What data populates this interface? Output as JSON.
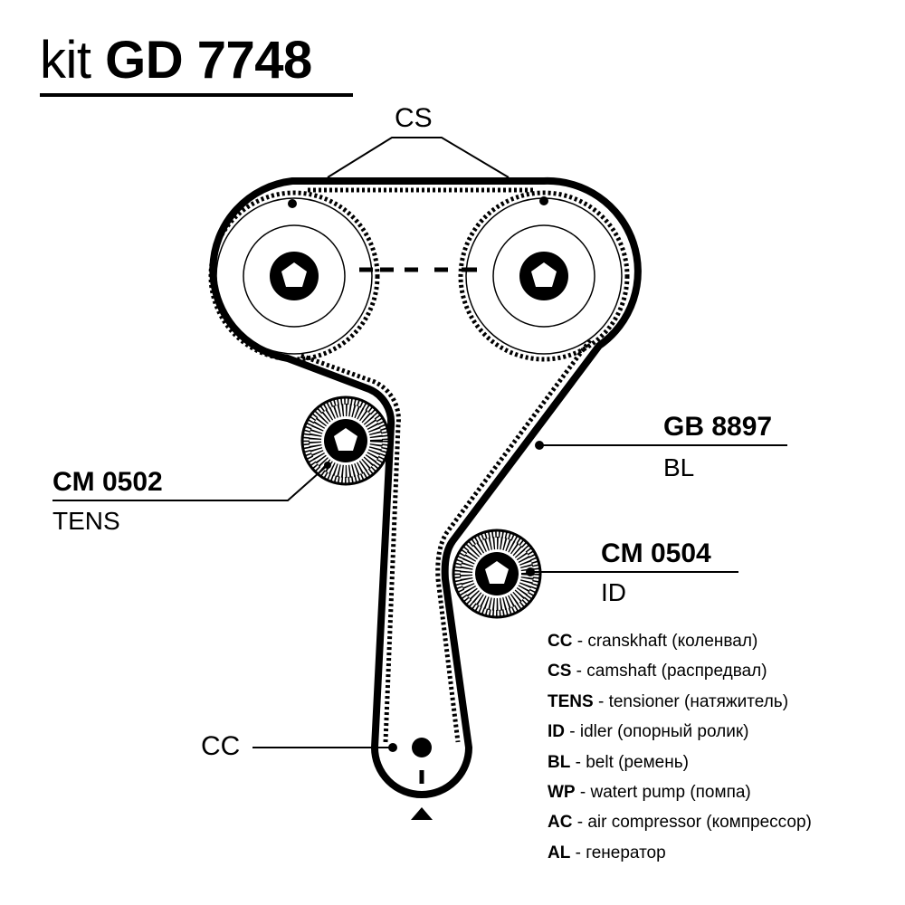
{
  "title": {
    "prefix": "kit",
    "code": "GD 7748"
  },
  "labels": {
    "cs": "CS",
    "cc": "CC",
    "belt_code": "GB 8897",
    "belt_type": "BL",
    "tensioner_code": "CM 0502",
    "tensioner_type": "TENS",
    "idler_code": "CM 0504",
    "idler_type": "ID"
  },
  "legend": [
    {
      "abbr": "CC",
      "text": " - cranskhaft (коленвал)"
    },
    {
      "abbr": "CS",
      "text": " - camshaft (распредвал)"
    },
    {
      "abbr": "TENS",
      "text": " - tensioner (натяжитель)"
    },
    {
      "abbr": "ID",
      "text": " - idler (опорный ролик)"
    },
    {
      "abbr": "BL",
      "text": " - belt (ремень)"
    },
    {
      "abbr": "WP",
      "text": " - watert pump (помпа)"
    },
    {
      "abbr": "AC",
      "text": " - air compressor (компрессор)"
    },
    {
      "abbr": "AL",
      "text": " - генератор"
    }
  ]
}
